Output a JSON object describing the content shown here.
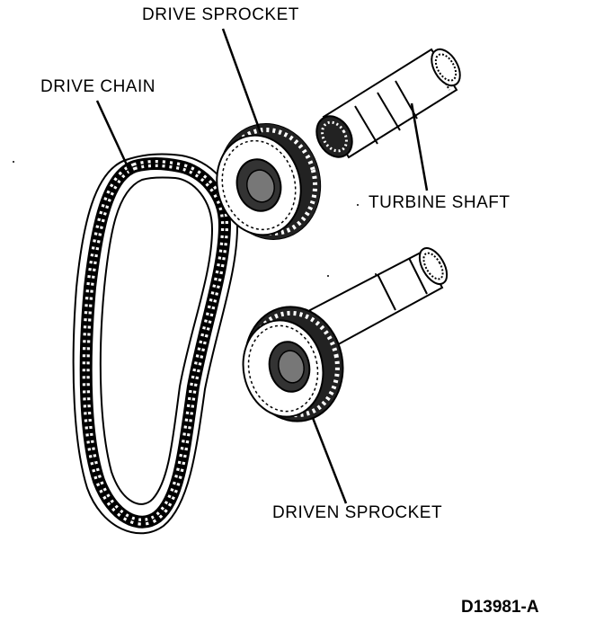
{
  "labels": {
    "drive_sprocket": "DRIVE SPROCKET",
    "drive_chain": "DRIVE CHAIN",
    "turbine_shaft": "TURBINE SHAFT",
    "driven_sprocket": "DRIVEN SPROCKET"
  },
  "figure_id": "D13981-A"
}
